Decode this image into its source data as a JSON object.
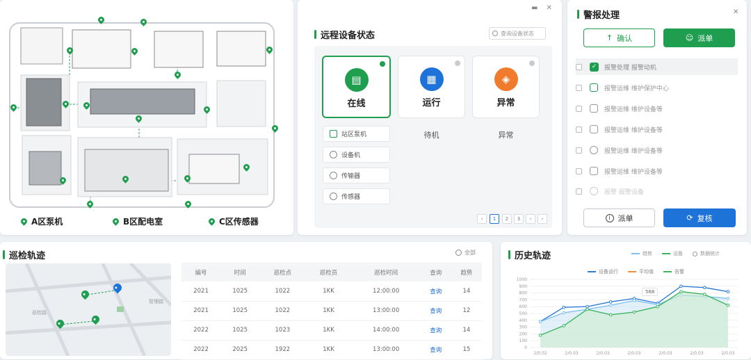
{
  "site_map": {
    "legend": [
      {
        "label": "A区泵机"
      },
      {
        "label": "B区配电室"
      },
      {
        "label": "C区传感器"
      }
    ]
  },
  "device_status": {
    "title": "远程设备状态",
    "search_placeholder": "查询设备状态",
    "cards": [
      {
        "label": "在线",
        "color": "#1f9e4f",
        "icon": "wallet-icon"
      },
      {
        "label": "运行",
        "color": "#1e73d9",
        "icon": "document-icon"
      },
      {
        "label": "异常",
        "color": "#f07b2c",
        "icon": "layers-icon"
      }
    ],
    "list_items": [
      "站区泵机",
      "设备机",
      "传输器",
      "传感器"
    ],
    "sub_labels": [
      "待机",
      "异常"
    ],
    "pages": [
      "1",
      "2",
      "3",
      "›",
      "›"
    ]
  },
  "alarm": {
    "title": "警报处理",
    "confirm_label": "确认",
    "dispatch_label": "派单",
    "rows": [
      "报警处理 报警动机",
      "报警运维 维护保护中心",
      "报警运维 维护设备等",
      "报警运维 维护设备等",
      "报警运维 维护设备等",
      "报警运维 维护设备等",
      "报警 报警设备"
    ],
    "footer_dispatch": "派单",
    "footer_review": "复核"
  },
  "patrol": {
    "title": "巡检轨迹",
    "control": "全部",
    "map_labels": [
      "巡检路",
      "管理路"
    ],
    "columns": [
      "编号",
      "时间",
      "巡检点",
      "巡检员",
      "巡检时间",
      "查询",
      "趋势"
    ],
    "rows": [
      [
        "2021",
        "1025",
        "1022",
        "1KK",
        "12:00:00",
        "查询",
        "14"
      ],
      [
        "2021",
        "1025",
        "1022",
        "1KK",
        "13:00:00",
        "查询",
        "12"
      ],
      [
        "2022",
        "1025",
        "1023",
        "1KK",
        "14:00:00",
        "查询",
        "14"
      ],
      [
        "2022",
        "2025",
        "1922",
        "1KK",
        "13:00:00",
        "查询",
        "15"
      ]
    ]
  },
  "history": {
    "title": "历史轨迹",
    "top_legend": [
      "趋势",
      "设备",
      "数据统计"
    ],
    "chart_legend": [
      "设备运行",
      "平均值",
      "告警"
    ],
    "tooltip": "568"
  },
  "chart_data": {
    "type": "line",
    "title": "历史轨迹",
    "xlabel": "",
    "ylabel": "",
    "x": [
      "2/0.02",
      "2/0.03",
      "2/0.03",
      "2/0.03",
      "2/0.03",
      "2/0.03",
      "2/0.03"
    ],
    "ylim": [
      0,
      1000
    ],
    "yticks": [
      0,
      100,
      200,
      300,
      400,
      500,
      600,
      700,
      800,
      900,
      1000
    ],
    "series": [
      {
        "name": "设备运行",
        "color": "#2f7bd8",
        "values": [
          380,
          590,
          600,
          670,
          720,
          650,
          900,
          880,
          820
        ]
      },
      {
        "name": "平均值",
        "color": "#7ec0f0",
        "values": [
          380,
          510,
          560,
          620,
          690,
          630,
          770,
          750,
          720
        ]
      },
      {
        "name": "告警",
        "color": "#3cb55e",
        "values": [
          180,
          320,
          560,
          480,
          520,
          600,
          820,
          780,
          620
        ]
      }
    ],
    "grid": true,
    "legend_position": "top"
  }
}
